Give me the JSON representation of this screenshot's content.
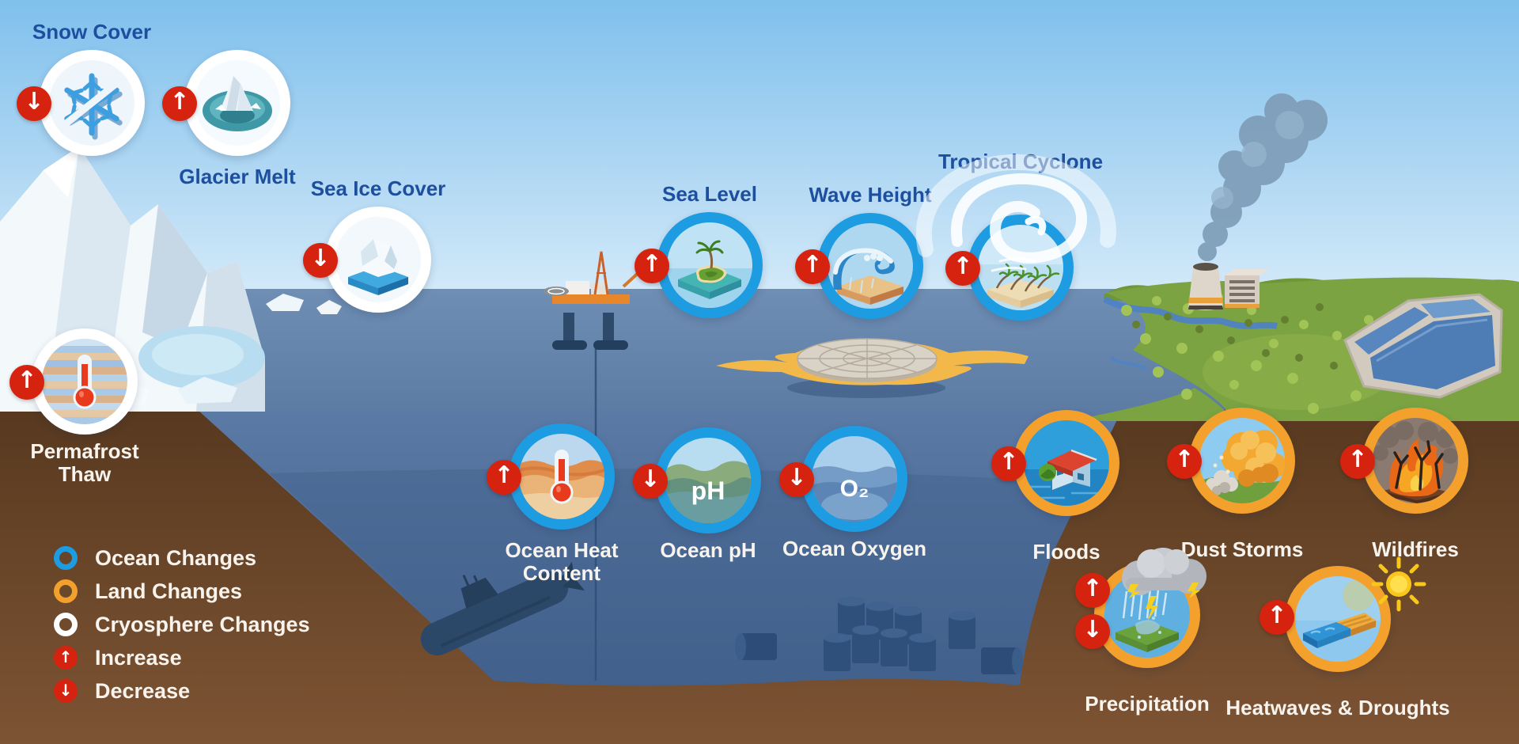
{
  "glyphs": {
    "up": "↑",
    "down": "↓"
  },
  "legend": {
    "items": [
      {
        "label": "Ocean Changes",
        "marker": "ring",
        "color": "#1e9ce2"
      },
      {
        "label": "Land Changes",
        "marker": "ring",
        "color": "#f4a02c"
      },
      {
        "label": "Cryosphere Changes",
        "marker": "ring",
        "color": "#ffffff"
      },
      {
        "label": "Increase",
        "marker": "arrow-up",
        "color": "#d62310"
      },
      {
        "label": "Decrease",
        "marker": "arrow-down",
        "color": "#d62310"
      }
    ]
  },
  "indicators": [
    {
      "id": "snow-cover",
      "label": "Snow Cover",
      "category": "cryosphere-changes",
      "trends": [
        "down"
      ]
    },
    {
      "id": "glacier-melt",
      "label": "Glacier Melt",
      "category": "cryosphere-changes",
      "trends": [
        "up"
      ]
    },
    {
      "id": "sea-ice-cover",
      "label": "Sea Ice Cover",
      "category": "cryosphere-changes",
      "trends": [
        "down"
      ]
    },
    {
      "id": "sea-level",
      "label": "Sea Level",
      "category": "ocean-changes",
      "trends": [
        "up"
      ]
    },
    {
      "id": "wave-height",
      "label": "Wave Height",
      "category": "ocean-changes",
      "trends": [
        "up"
      ]
    },
    {
      "id": "tropical-cyclone",
      "label": "Tropical Cyclone",
      "category": "ocean-changes",
      "trends": [
        "up"
      ]
    },
    {
      "id": "permafrost-thaw",
      "label": "Permafrost Thaw",
      "category": "cryosphere-changes",
      "trends": [
        "up"
      ]
    },
    {
      "id": "ocean-heat-content",
      "label": "Ocean Heat Content",
      "category": "ocean-changes",
      "trends": [
        "up"
      ]
    },
    {
      "id": "ocean-ph",
      "label": "Ocean pH",
      "category": "ocean-changes",
      "trends": [
        "down"
      ],
      "icon_text": "pH"
    },
    {
      "id": "ocean-oxygen",
      "label": "Ocean Oxygen",
      "category": "ocean-changes",
      "trends": [
        "down"
      ],
      "icon_text": "O₂"
    },
    {
      "id": "floods",
      "label": "Floods",
      "category": "land-changes",
      "trends": [
        "up"
      ]
    },
    {
      "id": "dust-storms",
      "label": "Dust Storms",
      "category": "land-changes",
      "trends": [
        "up"
      ]
    },
    {
      "id": "wildfires",
      "label": "Wildfires",
      "category": "land-changes",
      "trends": [
        "up"
      ]
    },
    {
      "id": "precipitation",
      "label": "Precipitation",
      "category": "land-changes",
      "trends": [
        "up",
        "down"
      ]
    },
    {
      "id": "heatwaves-droughts",
      "label": "Heatwaves & Droughts",
      "category": "land-changes",
      "trends": [
        "up"
      ]
    }
  ],
  "colors": {
    "ocean_ring": "#1e9ce2",
    "land_ring": "#f4a02c",
    "cryosphere_ring": "#ffffff",
    "arrow_badge": "#d62310",
    "label_dark_blue": "#1d4f9e",
    "label_light": "#f8f3ed",
    "sky": "#7fc0ec",
    "sea_band": "#64829f",
    "deep_water": "#46688f",
    "ground_brown": "#6e4a2f"
  }
}
